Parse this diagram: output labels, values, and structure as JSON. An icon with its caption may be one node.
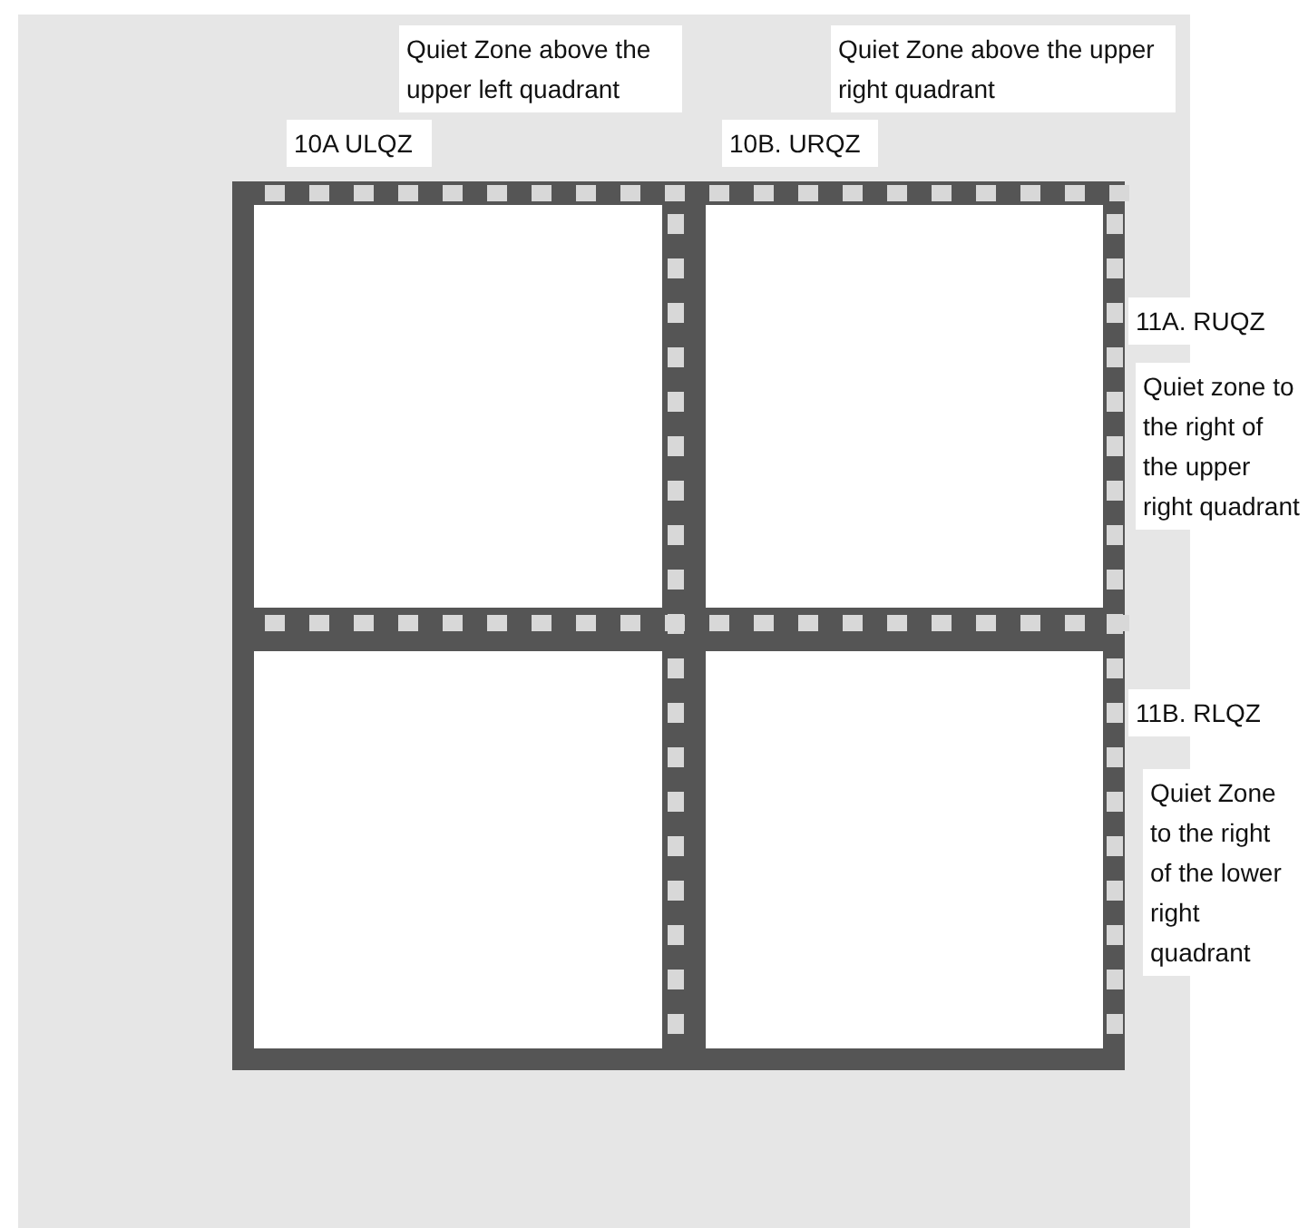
{
  "diagram": {
    "labels": [
      "Quiet Zone above the upper left quadrant",
      "10A ULQZ",
      "Quiet Zone above the upper right quadrant",
      "10B. URQZ",
      "11A. RUQZ",
      "Quiet zone to the right of the upper right quadrant",
      "11B. RLQZ",
      "Quiet Zone to the right of the lower right quadrant"
    ]
  }
}
